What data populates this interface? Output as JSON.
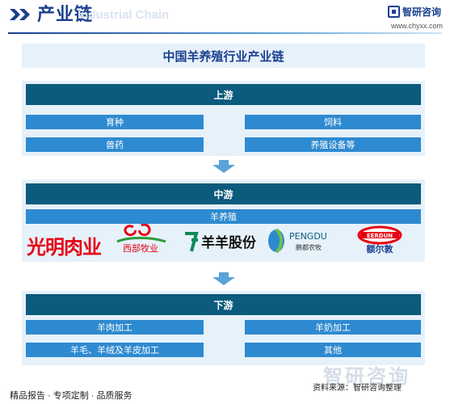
{
  "header": {
    "title": "产业链",
    "subtitle_en": "Industrial Chain",
    "brand_name": "智研咨询",
    "brand_url": "www.chyxx.com"
  },
  "main_title": "中国羊养殖行业产业链",
  "upstream": {
    "label": "上游",
    "items": [
      "育种",
      "饲料",
      "兽药",
      "养殖设备等"
    ]
  },
  "midstream": {
    "label": "中游",
    "item": "羊养殖",
    "logos": [
      {
        "name": "光明肉业",
        "icon": "guangming-logo"
      },
      {
        "name": "西部牧业",
        "icon": "xibu-muye-logo"
      },
      {
        "name": "羊羊股份",
        "icon": "yangyang-logo"
      },
      {
        "name": "PENGDU",
        "sub": "鹏都农牧",
        "icon": "pengdu-logo"
      },
      {
        "name": "EERDUN",
        "sub": "额尔敦",
        "icon": "eerdun-logo"
      }
    ]
  },
  "downstream": {
    "label": "下游",
    "items": [
      "羊肉加工",
      "羊奶加工",
      "羊毛、羊绒及羊皮加工",
      "其他"
    ]
  },
  "footer": {
    "tagline": "精品报告 · 专项定制 · 品质服务",
    "source": "资料来源：智研咨询整理",
    "watermark": "智研咨询"
  },
  "colors": {
    "band": "#0c5a7c",
    "box": "#2e8ad0",
    "panel": "#e6f1fa",
    "title": "#1b3f8f",
    "logo_red": "#e60012"
  }
}
